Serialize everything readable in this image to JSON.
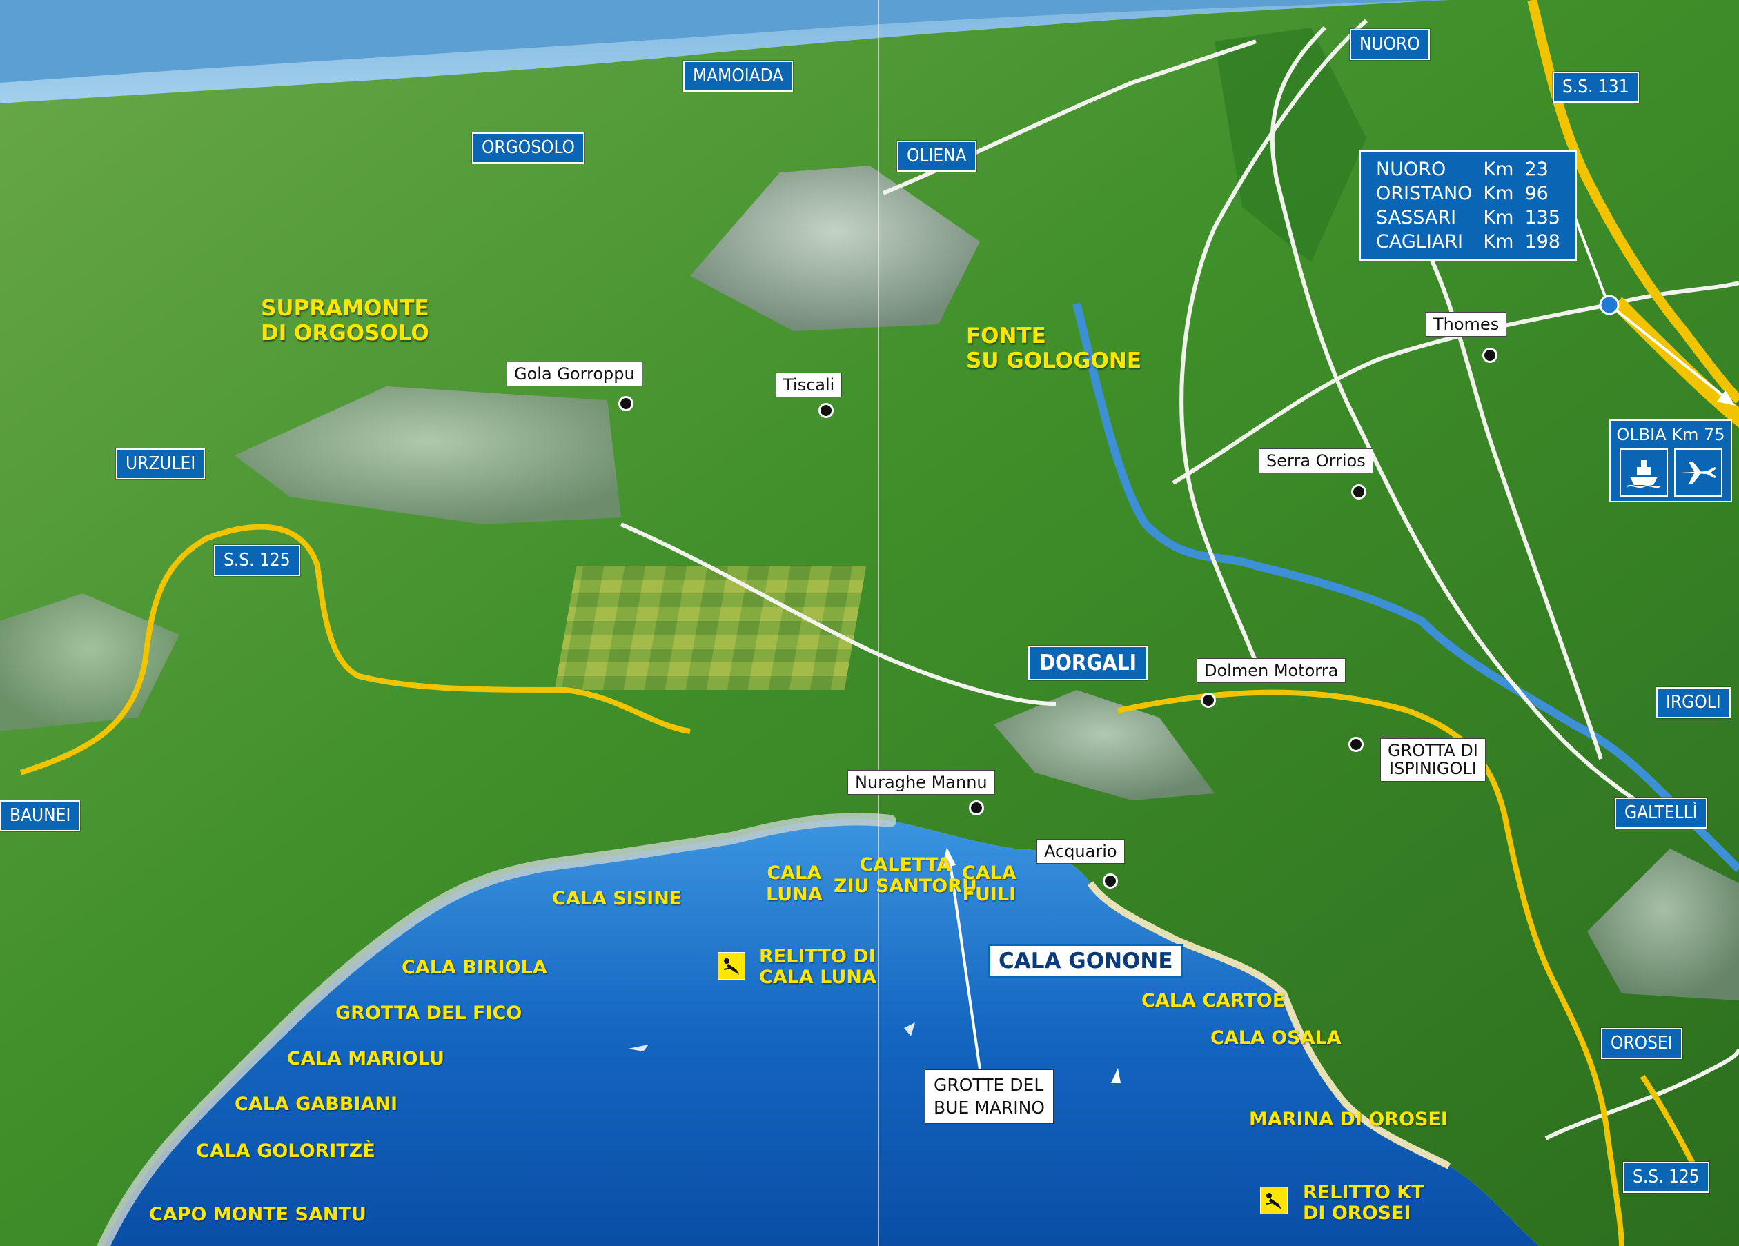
{
  "map": {
    "towns": {
      "nuoro": "NUORO",
      "mamoiada": "MAMOIADA",
      "orgosolo": "ORGOSOLO",
      "oliena": "OLIENA",
      "urzulei": "URZULEI",
      "baunei": "BAUNEI",
      "irgoli": "IRGOLI",
      "galtelli": "GALTELLÌ",
      "orosei": "OROSEI",
      "dorgali": "DORGALI"
    },
    "roads": {
      "ss131": "S.S. 131",
      "ss125_left": "S.S. 125",
      "ss125_right": "S.S. 125"
    },
    "distances": [
      {
        "place": "NUORO",
        "unit": "Km",
        "value": "23"
      },
      {
        "place": "ORISTANO",
        "unit": "Km",
        "value": "96"
      },
      {
        "place": "SASSARI",
        "unit": "Km",
        "value": "135"
      },
      {
        "place": "CAGLIARI",
        "unit": "Km",
        "value": "198"
      }
    ],
    "olbia": {
      "label": "OLBIA Km 75",
      "icons": [
        "ship-icon",
        "airplane-icon"
      ]
    },
    "areas": {
      "supramonte_line1": "SUPRAMONTE",
      "supramonte_line2": "DI ORGOSOLO",
      "fonte_line1": "FONTE",
      "fonte_line2": "SU GOLOGONE"
    },
    "sites": {
      "gola_gorroppu": "Gola Gorroppu",
      "tiscali": "Tiscali",
      "thomes": "Thomes",
      "serra_orrios": "Serra Orrios",
      "dolmen_motorra": "Dolmen Motorra",
      "grotta_ispinigoli_line1": "GROTTA DI",
      "grotta_ispinigoli_line2": "ISPINIGOLI",
      "nuraghe_mannu": "Nuraghe Mannu",
      "acquario": "Acquario"
    },
    "coast": {
      "cala_luna_line1": "CALA",
      "cala_luna_line2": "LUNA",
      "caletta_line1": "CALETTA",
      "caletta_line2": "ZIU SANTORU",
      "cala_fuili_line1": "CALA",
      "cala_fuili_line2": "FUILI",
      "cala_sisine": "CALA SISINE",
      "cala_biriola": "CALA BIRIOLA",
      "grotta_del_fico": "GROTTA DEL FICO",
      "cala_mariolu": "CALA MARIOLU",
      "cala_gabbiani": "CALA GABBIANI",
      "cala_goloritze": "CALA GOLORITZÈ",
      "capo_monte_santu": "CAPO MONTE SANTU",
      "cala_cartoe": "CALA CARTOE",
      "cala_osala": "CALA OSALA",
      "marina_di_orosei": "MARINA DI OROSEI",
      "cala_gonone": "CALA GONONE"
    },
    "dives": {
      "relitto_cala_luna_line1": "RELITTO DI",
      "relitto_cala_luna_line2": "CALA LUNA",
      "relitto_kt_line1": "RELITTO KT",
      "relitto_kt_line2": "DI OROSEI"
    },
    "annotation": {
      "grotte_line1": "GROTTE DEL",
      "grotte_line2": "BUE MARINO"
    },
    "colors": {
      "sea": "#1a6fc4",
      "land": "#3f8f2a",
      "road": "#f2c400",
      "river": "#3d8fd6",
      "label_box": "#0a66b4",
      "label_yellow": "#ffe600"
    }
  }
}
